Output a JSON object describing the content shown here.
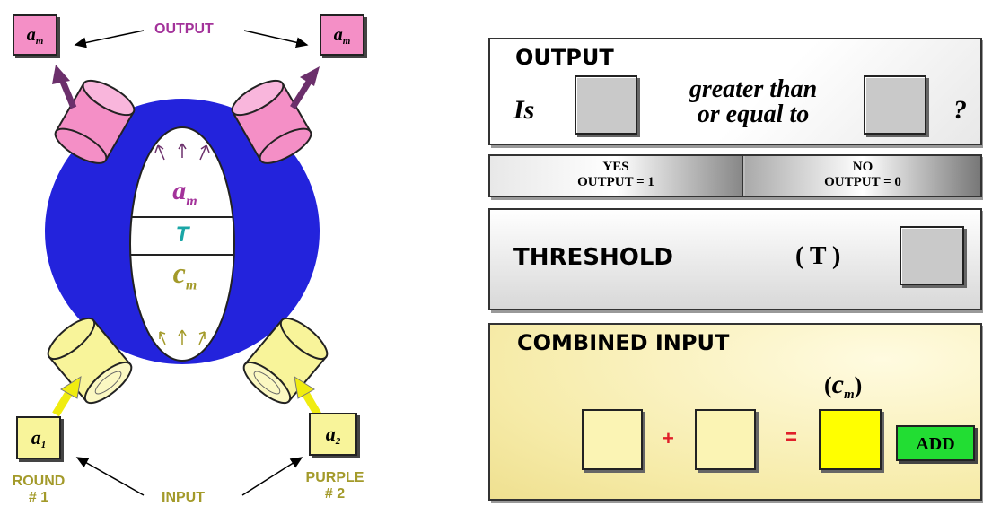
{
  "left_diagram": {
    "output_label": "OUTPUT",
    "input_label": "INPUT",
    "output_left": {
      "symbol": "a",
      "subscript": "m"
    },
    "output_right": {
      "symbol": "a",
      "subscript": "m"
    },
    "core": {
      "a_symbol": "a",
      "a_subscript": "m",
      "t_symbol": "T",
      "c_symbol": "c",
      "c_subscript": "m"
    },
    "input_left": {
      "symbol": "a",
      "subscript": "1",
      "caption_line1": "ROUND",
      "caption_line2": "# 1"
    },
    "input_right": {
      "symbol": "a",
      "subscript": "2",
      "caption_line1": "PURPLE",
      "caption_line2": "# 2"
    },
    "colors": {
      "body": "#2323dc",
      "output_ports": "#f48fc6",
      "input_ports": "#f8f49a",
      "label_purple": "#a3329a",
      "label_olive": "#a39a2a",
      "t_teal": "#1aa6a6",
      "arrow_yellow": "#f0ec10",
      "arrow_purple": "#6b2f6b"
    }
  },
  "output_panel": {
    "title": "OUTPUT",
    "is_label": "Is",
    "compare_line1": "greater than",
    "compare_line2": "or equal to",
    "question_mark": "?"
  },
  "decision_bar": {
    "yes_line1": "YES",
    "yes_line2": "OUTPUT = 1",
    "no_line1": "NO",
    "no_line2": "OUTPUT = 0"
  },
  "threshold_panel": {
    "title": "THRESHOLD",
    "symbol": "( T )"
  },
  "combined_panel": {
    "title": "COMBINED INPUT",
    "cm_symbol": "c",
    "cm_subscript": "m",
    "plus": "+",
    "equals": "=",
    "add_button_label": "ADD",
    "colors": {
      "result_fill": "#ffff00",
      "add_green": "#22dd33",
      "operator_red": "#e0202a"
    }
  }
}
